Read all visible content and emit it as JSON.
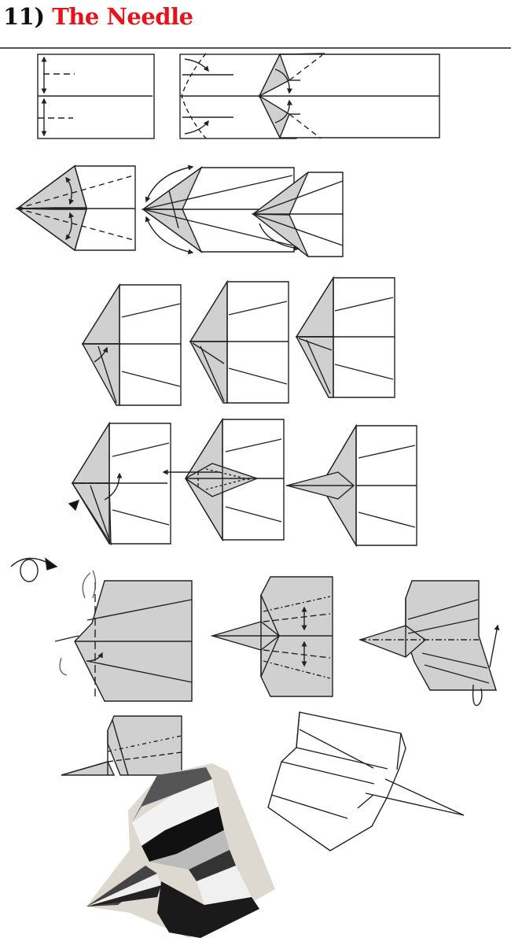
{
  "header": {
    "number": "11)",
    "title": "The Needle"
  },
  "colors": {
    "title_red": "#e3141b",
    "title_black": "#111111",
    "paper_fill": "#d0d0d0",
    "line": "#222222"
  },
  "diagram": {
    "rows": [
      {
        "row": 1,
        "steps": [
          "fold-lines-horizontal",
          "fold-corners-in",
          "corners-folded-triangle"
        ]
      },
      {
        "row": 2,
        "steps": [
          "fold-edges-to-center",
          "open-flaps",
          "reverse-fold-flaps"
        ]
      },
      {
        "row": 3,
        "steps": [
          "flaps-tucked",
          "fold-inner-flap",
          "inner-flap-folded"
        ]
      },
      {
        "row": 4,
        "steps": [
          "fold-tip-under",
          "nose-diamond",
          "needle-nose-formed"
        ]
      },
      {
        "row": 5,
        "steps": [
          "turn-over-and-hold",
          "wing-fold-lines",
          "fold-wings-down"
        ]
      },
      {
        "row": 6,
        "steps": [
          "side-view-folded",
          "finished-plane-outline",
          "finished-plane-rendered"
        ]
      }
    ],
    "turn_over_icon": "turn-over-icon"
  }
}
